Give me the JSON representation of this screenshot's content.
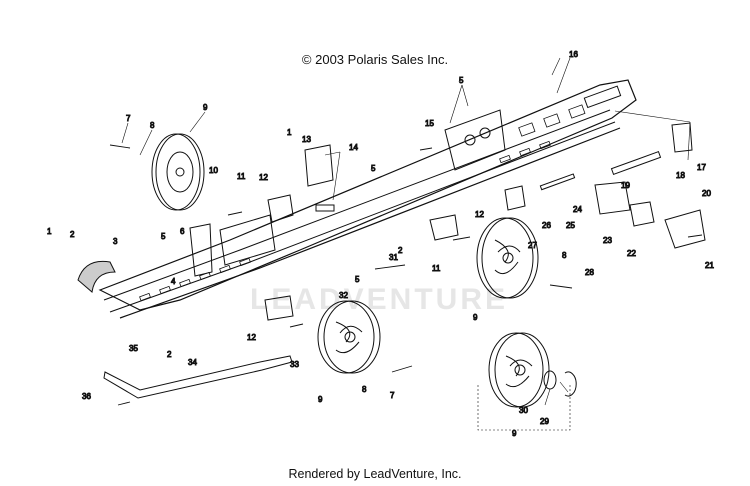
{
  "header": {
    "copyright": "© 2003 Polaris Sales Inc."
  },
  "footer": {
    "rendered_by": "Rendered by LeadVenture, Inc."
  },
  "watermark": {
    "text": "LEADVENTURE"
  },
  "callouts": [
    {
      "id": "c1a",
      "label": "1"
    },
    {
      "id": "c1b",
      "label": "1"
    },
    {
      "id": "c2a",
      "label": "2"
    },
    {
      "id": "c2b",
      "label": "2"
    },
    {
      "id": "c2c",
      "label": "2"
    },
    {
      "id": "c3",
      "label": "3"
    },
    {
      "id": "c4",
      "label": "4"
    },
    {
      "id": "c5a",
      "label": "5"
    },
    {
      "id": "c5b",
      "label": "5"
    },
    {
      "id": "c5c",
      "label": "5"
    },
    {
      "id": "c5d",
      "label": "5"
    },
    {
      "id": "c6",
      "label": "6"
    },
    {
      "id": "c7a",
      "label": "7"
    },
    {
      "id": "c7b",
      "label": "7"
    },
    {
      "id": "c8a",
      "label": "8"
    },
    {
      "id": "c8b",
      "label": "8"
    },
    {
      "id": "c8c",
      "label": "8"
    },
    {
      "id": "c9a",
      "label": "9"
    },
    {
      "id": "c9b",
      "label": "9"
    },
    {
      "id": "c9c",
      "label": "9"
    },
    {
      "id": "c9d",
      "label": "9"
    },
    {
      "id": "c10",
      "label": "10"
    },
    {
      "id": "c11a",
      "label": "11"
    },
    {
      "id": "c11b",
      "label": "11"
    },
    {
      "id": "c12a",
      "label": "12"
    },
    {
      "id": "c12b",
      "label": "12"
    },
    {
      "id": "c12c",
      "label": "12"
    },
    {
      "id": "c13",
      "label": "13"
    },
    {
      "id": "c14",
      "label": "14"
    },
    {
      "id": "c15",
      "label": "15"
    },
    {
      "id": "c16",
      "label": "16"
    },
    {
      "id": "c17",
      "label": "17"
    },
    {
      "id": "c18",
      "label": "18"
    },
    {
      "id": "c19",
      "label": "19"
    },
    {
      "id": "c20",
      "label": "20"
    },
    {
      "id": "c21",
      "label": "21"
    },
    {
      "id": "c22",
      "label": "22"
    },
    {
      "id": "c23",
      "label": "23"
    },
    {
      "id": "c24",
      "label": "24"
    },
    {
      "id": "c25",
      "label": "25"
    },
    {
      "id": "c26",
      "label": "26"
    },
    {
      "id": "c27",
      "label": "27"
    },
    {
      "id": "c28",
      "label": "28"
    },
    {
      "id": "c29",
      "label": "29"
    },
    {
      "id": "c30",
      "label": "30"
    },
    {
      "id": "c31",
      "label": "31"
    },
    {
      "id": "c32",
      "label": "32"
    },
    {
      "id": "c33",
      "label": "33"
    },
    {
      "id": "c34",
      "label": "34"
    },
    {
      "id": "c35",
      "label": "35"
    },
    {
      "id": "c36",
      "label": "36"
    }
  ]
}
